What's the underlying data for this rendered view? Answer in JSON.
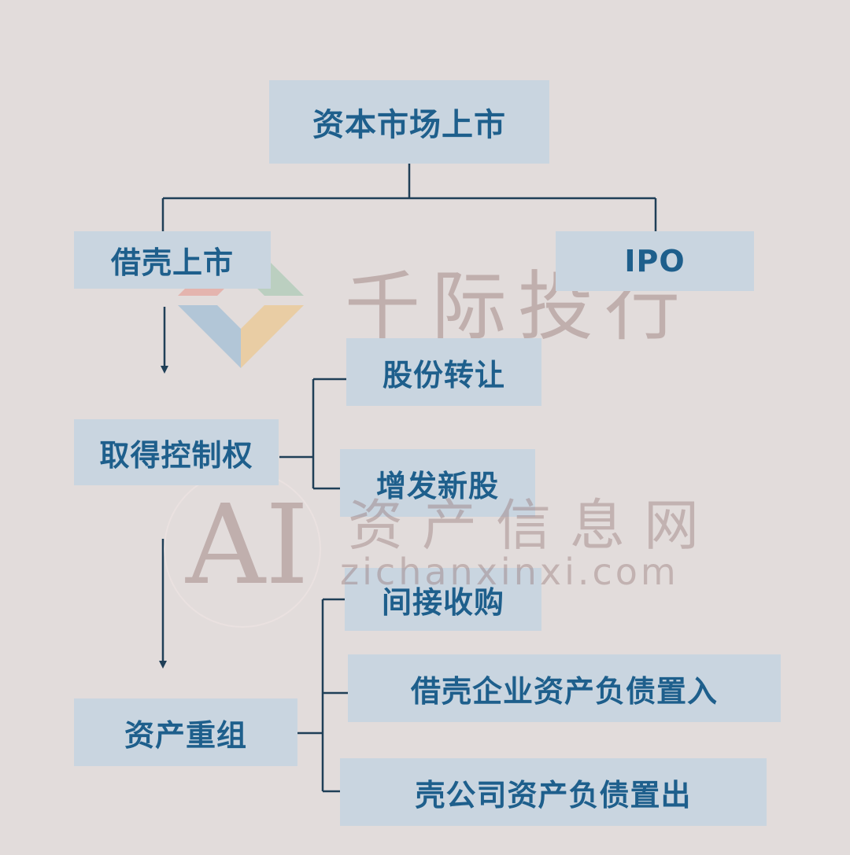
{
  "diagram": {
    "root": "资本市场上市",
    "branches": [
      "借壳上市",
      "IPO"
    ],
    "control": {
      "label": "取得控制权",
      "methods": [
        "股份转让",
        "增发新股",
        "间接收购"
      ]
    },
    "restructure": {
      "label": "资产重组",
      "methods": [
        "借壳企业资产负债置入",
        "壳公司资产负债置出"
      ]
    }
  },
  "watermarks": {
    "brand": "千际投行",
    "ai": "AI",
    "site_cn": "资产信息网",
    "site_url": "zichanxinxi.com"
  },
  "colors": {
    "background": "#e2dcdb",
    "box_fill": "#c9d5e0",
    "text": "#1e5f8c",
    "line": "#1f3f57"
  }
}
